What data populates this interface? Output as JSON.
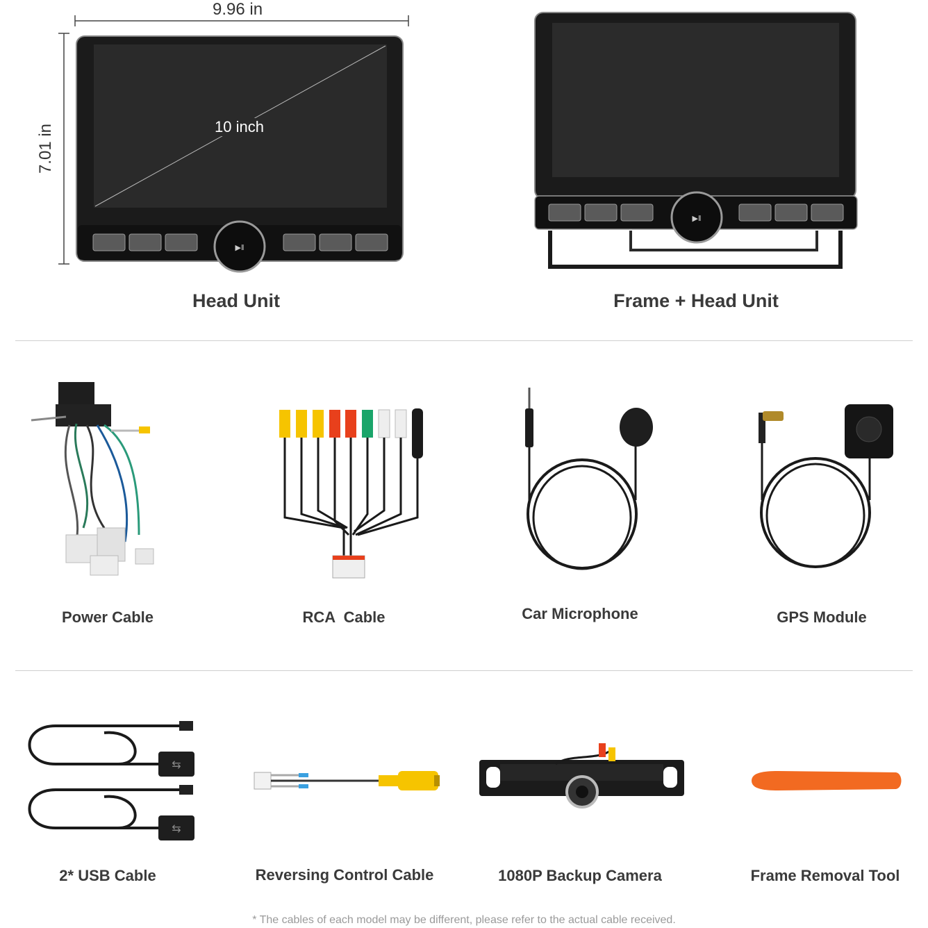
{
  "dimensions": {
    "width": "9.96 in",
    "height": "7.01 in",
    "diagonal": "10 inch"
  },
  "items": [
    {
      "label": "Head Unit"
    },
    {
      "label": "Frame + Head Unit"
    },
    {
      "label": "Power Cable"
    },
    {
      "label": "RCA  Cable"
    },
    {
      "label": "Car Microphone"
    },
    {
      "label": "GPS Module"
    },
    {
      "label": "2* USB Cable"
    },
    {
      "label": "Reversing Control Cable"
    },
    {
      "label": "1080P Backup Camera"
    },
    {
      "label": "Frame Removal Tool"
    }
  ],
  "footnote": "* The cables of each model may be different, please refer to the actual cable received.",
  "colors": {
    "accent_orange": "#f26a21",
    "rca_yellow": "#f6c400",
    "rca_red": "#e8401c",
    "rca_green": "#1aa56a",
    "rca_white": "#eeeeee"
  }
}
